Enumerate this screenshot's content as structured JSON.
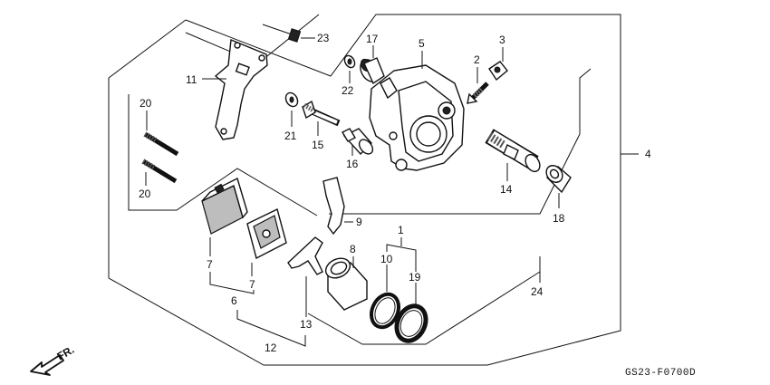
{
  "diagram": {
    "drawing_code": "GS23-F0700D",
    "direction_label": "FR.",
    "callouts": {
      "p1": "1",
      "p2": "2",
      "p3": "3",
      "p4": "4",
      "p5": "5",
      "p6": "6",
      "p7a": "7",
      "p7b": "7",
      "p8": "8",
      "p9": "9",
      "p10": "10",
      "p11": "11",
      "p12": "12",
      "p13": "13",
      "p14": "14",
      "p15": "15",
      "p16": "16",
      "p17": "17",
      "p18": "18",
      "p19": "19",
      "p20a": "20",
      "p20b": "20",
      "p21": "21",
      "p22": "22",
      "p23": "23",
      "p24": "24"
    }
  }
}
